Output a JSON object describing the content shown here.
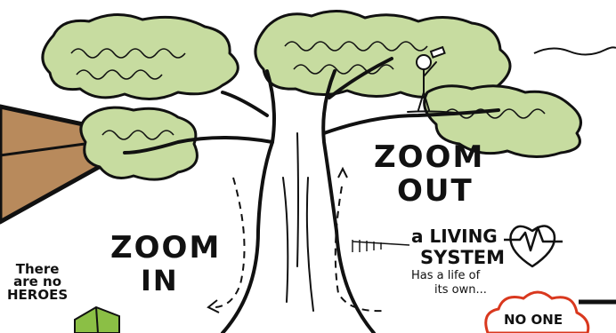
{
  "labels": {
    "zoom_out_line1": "ZOOM",
    "zoom_out_line2": "OUT",
    "zoom_in_line1": "ZOOM",
    "zoom_in_line2": "IN",
    "heroes_line1": "There",
    "heroes_line2": "are no",
    "heroes_line3": "HEROES",
    "living_line1": "a LIVING",
    "living_line2": "SYSTEM",
    "living_line3": "Has a life of",
    "living_line4": "its own...",
    "no_one": "NO ONE"
  },
  "colors": {
    "ink": "#111111",
    "foliage": "#c7dca0",
    "trunk_ground": "#b88a5c",
    "cloud_outline": "#d9381e",
    "book_green": "#8bbf45",
    "background": "#ffffff"
  },
  "icons": {
    "heart": "heart-ekg-icon",
    "person": "person-with-telescope-icon",
    "book": "open-book-icon"
  }
}
